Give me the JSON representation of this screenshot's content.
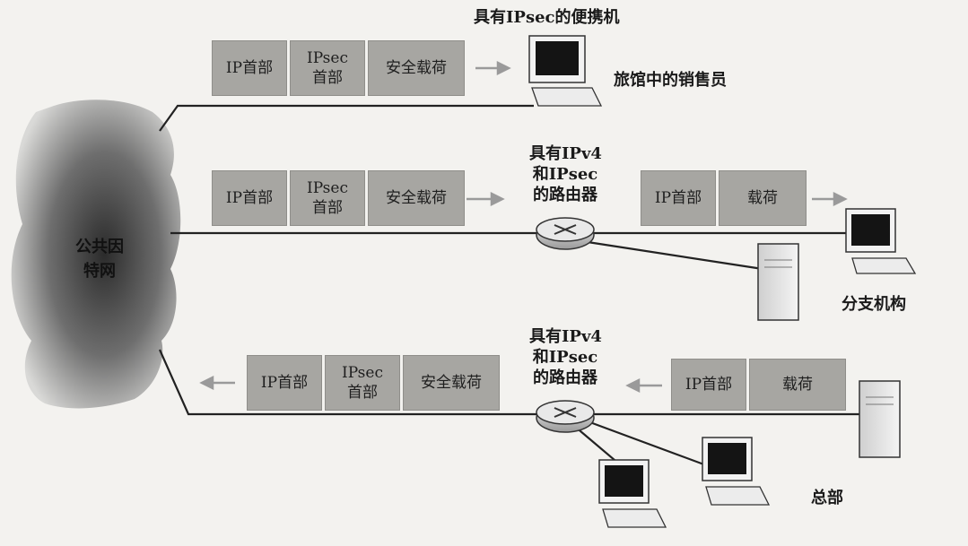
{
  "cloud": {
    "line1": "公共因",
    "line2": "特网"
  },
  "top": {
    "device_title": "具有IPsec的便携机",
    "location_label": "旅馆中的销售员",
    "packet": [
      "IP首部",
      "IPsec",
      "首部",
      "安全载荷"
    ]
  },
  "middle": {
    "router_line1": "具有IPv4",
    "router_line2": "和IPsec",
    "router_line3": "的路由器",
    "packet_left": [
      "IP首部",
      "IPsec",
      "首部",
      "安全载荷"
    ],
    "packet_right": [
      "IP首部",
      "载荷"
    ],
    "location_label": "分支机构"
  },
  "bottom": {
    "router_line1": "具有IPv4",
    "router_line2": "和IPsec",
    "router_line3": "的路由器",
    "packet_left": [
      "IP首部",
      "IPsec",
      "首部",
      "安全载荷"
    ],
    "packet_right": [
      "IP首部",
      "载荷"
    ],
    "location_label": "总部"
  },
  "colors": {
    "packet": "#a7a6a2",
    "arrow": "#9a9a9a",
    "line": "#222222"
  }
}
